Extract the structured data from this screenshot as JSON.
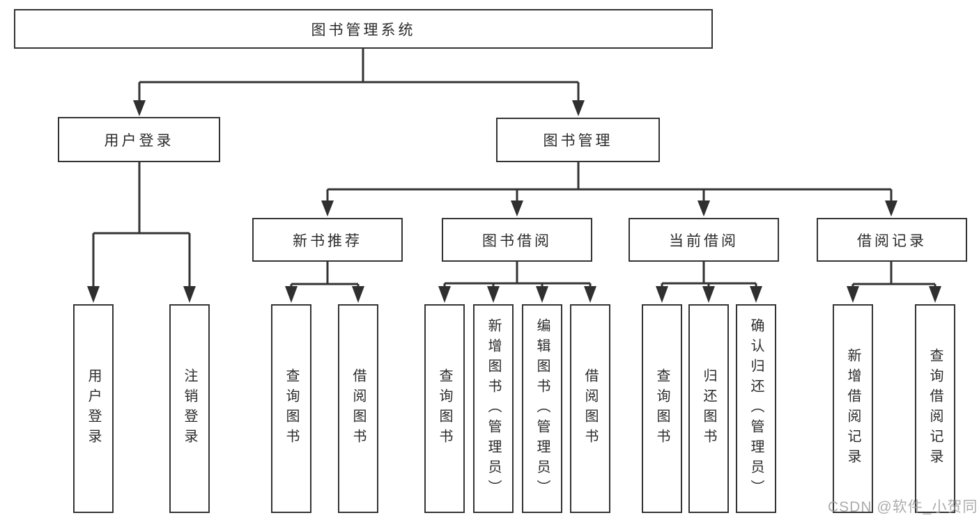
{
  "tree": {
    "root": {
      "label": "图书管理系统",
      "children": [
        {
          "label": "用户登录",
          "children": [
            {
              "label": "用户登录"
            },
            {
              "label": "注销登录"
            }
          ]
        },
        {
          "label": "图书管理",
          "children": [
            {
              "label": "新书推荐",
              "children": [
                {
                  "label": "查询图书"
                },
                {
                  "label": "借阅图书"
                }
              ]
            },
            {
              "label": "图书借阅",
              "children": [
                {
                  "label": "查询图书"
                },
                {
                  "label": "新增图书（管理员）"
                },
                {
                  "label": "编辑图书（管理员）"
                },
                {
                  "label": "借阅图书"
                }
              ]
            },
            {
              "label": "当前借阅",
              "children": [
                {
                  "label": "查询图书"
                },
                {
                  "label": "归还图书"
                },
                {
                  "label": "确认归还（管理员）"
                }
              ]
            },
            {
              "label": "借阅记录",
              "children": [
                {
                  "label": "新增借阅记录"
                },
                {
                  "label": "查询借阅记录"
                }
              ]
            }
          ]
        }
      ]
    }
  },
  "watermark": {
    "text": "CSDN @软件_小贺同学"
  },
  "colors": {
    "line": "#333333",
    "box_border": "#333333",
    "box_fill": "#ffffff",
    "text": "#2b2b2b",
    "watermark": "#9e9e9e",
    "background": "#ffffff"
  }
}
